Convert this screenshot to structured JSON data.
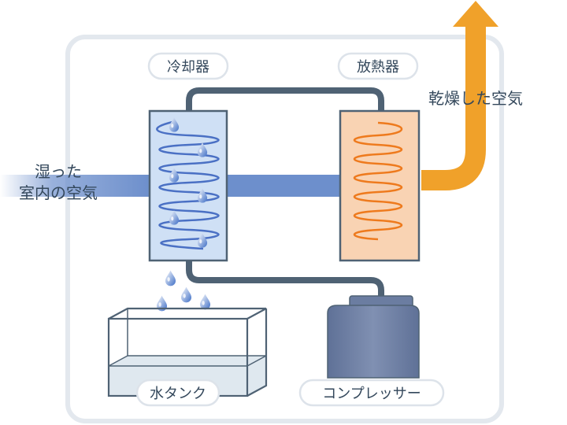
{
  "labels": {
    "cooler": "冷却器",
    "radiator": "放熱器",
    "dry_air": "乾燥した空気",
    "humid_air_line1": "湿った",
    "humid_air_line2": "室内の空気",
    "water_tank": "水タンク",
    "compressor": "コンプレッサー"
  },
  "colors": {
    "frame": "#e3e8ee",
    "pipe": "#4f6274",
    "humid_air_flow": "#6d8fcc",
    "dry_air_flow": "#f0a12a",
    "cooler_fill": "#cfe0f5",
    "cooler_coil": "#4a70c4",
    "radiator_fill": "#f9d3b3",
    "radiator_coil": "#ee7a1d",
    "compressor_body": "#7182a5",
    "tank_water": "#dfe8ef",
    "label_text": "#33475b"
  },
  "icons": {
    "droplet": "water-droplet-icon",
    "arrow": "arrow-up-icon"
  }
}
